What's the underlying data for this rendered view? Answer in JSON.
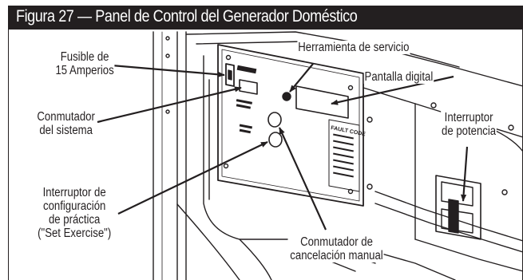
{
  "figure": {
    "title": "Figura 27 — Panel de Control del Generador Doméstico",
    "colors": {
      "title_bar": "#231f20",
      "title_text": "#ffffff",
      "ink": "#231f20",
      "background": "#ffffff"
    }
  },
  "callouts": {
    "fuse": [
      "Fusible de",
      "15 Amperios"
    ],
    "service_tool": [
      "Herramienta de servicio"
    ],
    "digital_display": [
      "Pantalla digital"
    ],
    "system_switch": [
      "Conmutador",
      "del sistema"
    ],
    "circuit_breaker": [
      "Interruptor",
      "de potencia"
    ],
    "set_exercise": [
      "Interruptor de",
      "configuración",
      "de práctica",
      "(\"Set Exercise\")"
    ],
    "manual_override": [
      "Conmutador de",
      "cancelación manual"
    ]
  },
  "panel_text": {
    "fault_codes": "FAULT CODE"
  }
}
